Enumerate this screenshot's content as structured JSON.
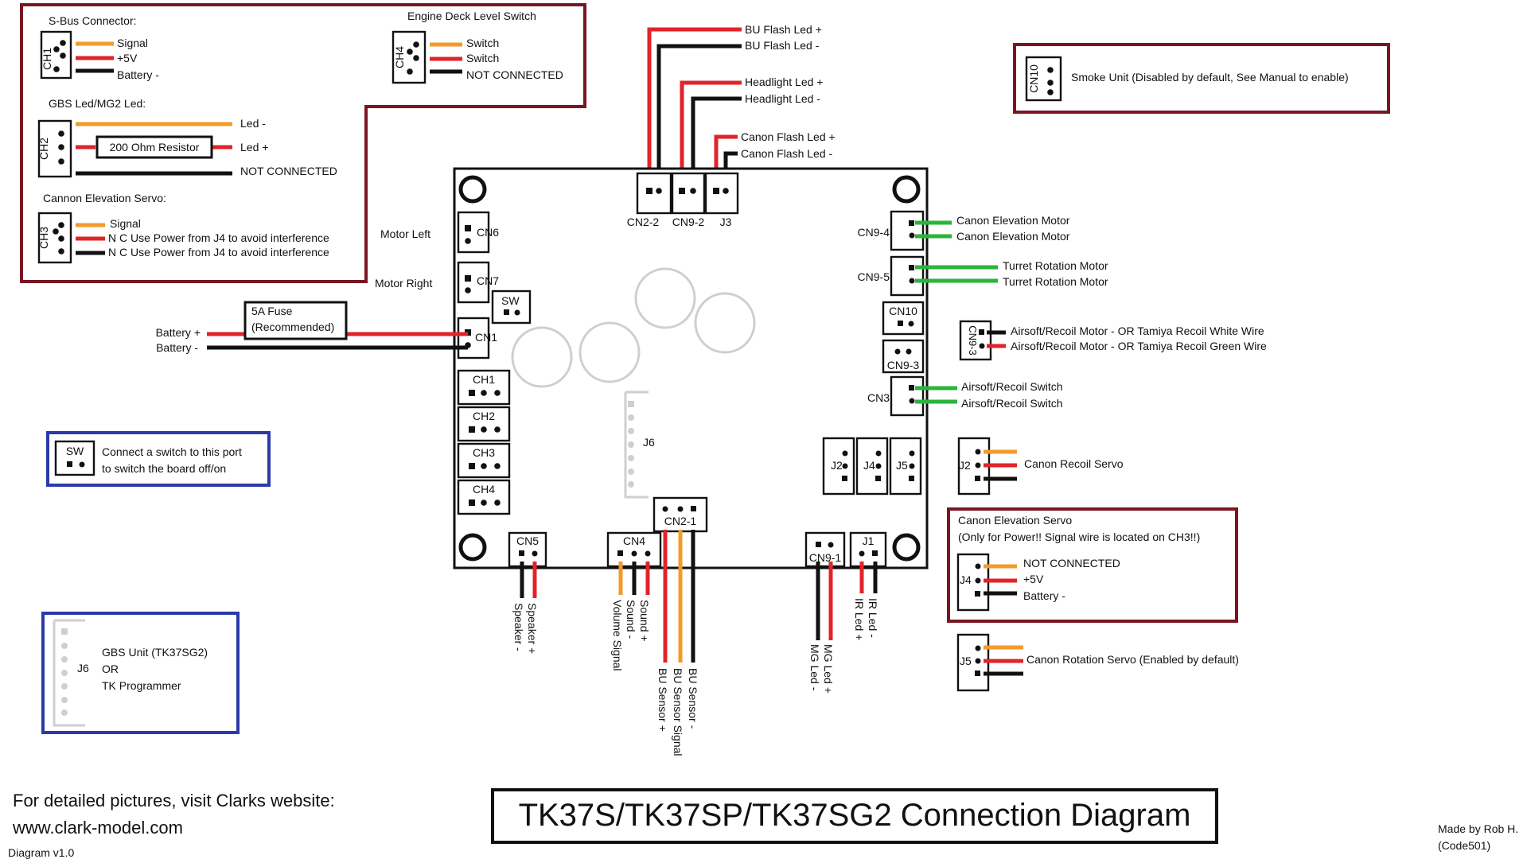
{
  "title": "TK37S/TK37SP/TK37SG2 Connection Diagram",
  "footer": {
    "website_line1": "For detailed pictures, visit Clarks website:",
    "website_line2": "www.clark-model.com",
    "version": "Diagram v1.0",
    "credit_line1": "Made by Rob H.",
    "credit_line2": "(Code501)"
  },
  "colors": {
    "red_box": "#7a1522",
    "blue_box": "#2b3aa8",
    "wire_orange": "#f39a2b",
    "wire_red": "#e0242a",
    "wire_black": "#111111",
    "wire_green": "#2ab53a"
  },
  "top_left": {
    "sbus_heading": "S-Bus Connector:",
    "ch1_label": "CH1",
    "ch1_wires": [
      "Signal",
      "+5V",
      "Battery -"
    ],
    "gbs_heading": "GBS Led/MG2 Led:",
    "ch2_label": "CH2",
    "resistor": "200 Ohm Resistor",
    "ch2_wires": [
      "Led -",
      "Led +",
      "NOT CONNECTED"
    ],
    "servo_heading": "Cannon Elevation Servo:",
    "ch3_label": "CH3",
    "ch3_wires": [
      "Signal",
      "N C  Use Power from J4 to avoid interference",
      "N C  Use Power from J4 to avoid interference"
    ],
    "deck_heading": "Engine Deck Level Switch",
    "ch4_label": "CH4",
    "ch4_wires": [
      "Switch",
      "Switch",
      "NOT CONNECTED"
    ]
  },
  "smoke": {
    "label": "CN10",
    "text": "Smoke Unit (Disabled by default, See Manual to enable)"
  },
  "sw_box": {
    "label": "SW",
    "line1": "Connect a switch to this port",
    "line2": "to switch the board off/on"
  },
  "j6_box": {
    "label": "J6",
    "line1": "GBS Unit (TK37SG2)",
    "line2": "OR",
    "line3": "TK Programmer"
  },
  "board": {
    "top_connectors": [
      "CN2-2",
      "CN9-2",
      "J3"
    ],
    "top_wires": [
      "BU Flash Led +",
      "BU Flash Led -",
      "Headlight Led +",
      "Headlight Led -",
      "Canon Flash Led +",
      "Canon Flash Led -"
    ],
    "motor_left": "Motor Left",
    "motor_right": "Motor Right",
    "cn6": "CN6",
    "cn7": "CN7",
    "sw": "SW",
    "cn1": "CN1",
    "ch_ports": [
      "CH1",
      "CH2",
      "CH3",
      "CH4"
    ],
    "j6": "J6",
    "right_ports": [
      "CN9-4",
      "CN9-5",
      "CN10",
      "CN9-3",
      "CN3"
    ],
    "small_ports": [
      "J2",
      "J4",
      "J5"
    ],
    "bottom_ports": [
      "CN5",
      "CN4",
      "CN2-1",
      "CN9-1",
      "J1"
    ]
  },
  "battery": {
    "plus": "Battery +",
    "minus": "Battery -",
    "fuse_line1": "5A Fuse",
    "fuse_line2": "(Recommended)"
  },
  "right_side": {
    "cn94_wires": [
      "Canon Elevation Motor",
      "Canon Elevation Motor"
    ],
    "cn95_wires": [
      "Turret Rotation Motor",
      "Turret Rotation Motor"
    ],
    "cn93_label": "CN9-3",
    "cn93_wires": [
      "Airsoft/Recoil Motor - OR Tamiya Recoil White Wire",
      "Airsoft/Recoil Motor - OR Tamiya Recoil Green Wire"
    ],
    "cn3_wires": [
      "Airsoft/Recoil Switch",
      "Airsoft/Recoil Switch"
    ],
    "j2_label": "J2",
    "j2_text": "Canon Recoil Servo",
    "j4_heading1": "Canon Elevation Servo",
    "j4_heading2": "(Only for Power!! Signal wire is located on CH3!!)",
    "j4_label": "J4",
    "j4_wires": [
      "NOT CONNECTED",
      "+5V",
      "Battery -"
    ],
    "j5_label": "J5",
    "j5_text": "Canon Rotation Servo (Enabled by default)"
  },
  "bottom_wires": {
    "cn5": [
      "Speaker -",
      "Speaker +"
    ],
    "cn4": [
      "Volume Signal",
      "Sound -",
      "Sound +"
    ],
    "cn21": [
      "BU Sensor +",
      "BU Sensor Signal",
      "BU Sensor -"
    ],
    "cn91": [
      "MG Led -",
      "MG Led +"
    ],
    "j1": [
      "IR Led +",
      "IR Led -"
    ]
  }
}
